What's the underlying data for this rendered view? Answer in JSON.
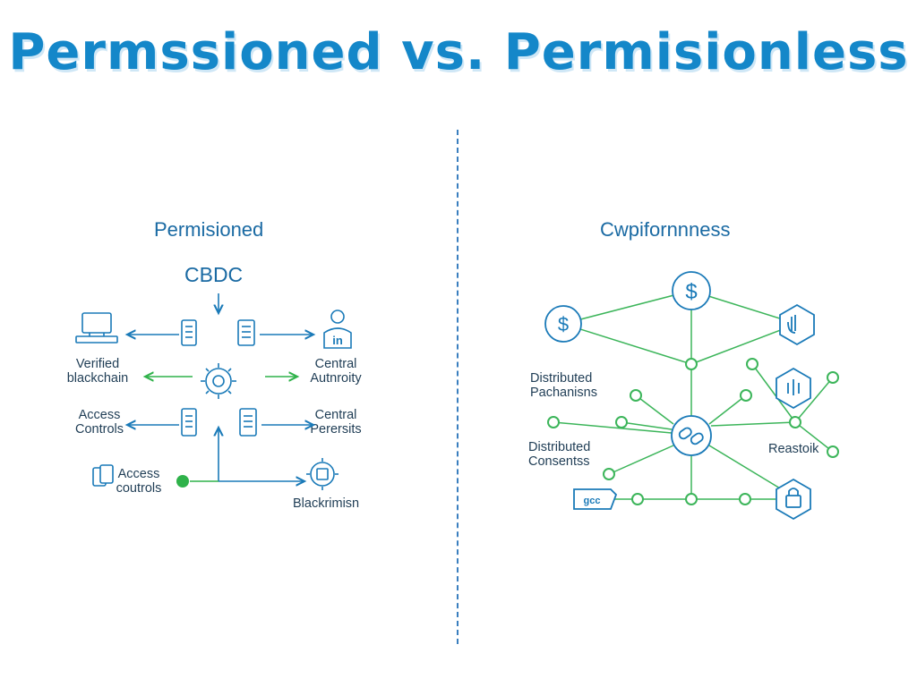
{
  "title": "Permssioned vs. Permisionless",
  "left": {
    "heading": "Permisioned",
    "cbdc": "CBDC",
    "labels": {
      "verified": [
        "Verified",
        "blackchain"
      ],
      "access1": [
        "Access",
        "Controls"
      ],
      "access2": [
        "Access",
        "coutrols"
      ],
      "central1": [
        "Central",
        "Autnroity"
      ],
      "central2": [
        "Central",
        "Perersits"
      ],
      "blackrimisn": "Blackrimisn",
      "in_icon": "in"
    }
  },
  "right": {
    "heading": "Cwpifornnness",
    "labels": {
      "dist_mech": [
        "Distributed",
        "Pachanisns"
      ],
      "dist_cons": [
        "Distributed",
        "Consentss"
      ],
      "reastoik": "Reastoik",
      "dollar": "$",
      "tag_text": "gcc"
    }
  },
  "colors": {
    "primary": "#1a7ab8",
    "green": "#2fb24a",
    "divider": "#3a7fbf"
  }
}
